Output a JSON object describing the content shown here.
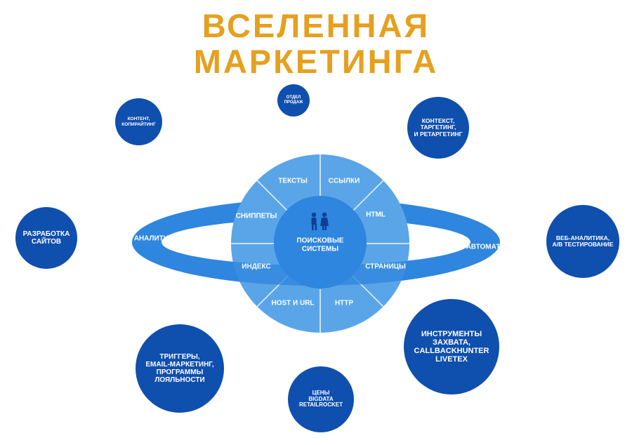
{
  "title": {
    "line1": "ВСЕЛЕННАЯ",
    "line2": "МАРКЕТИНГА"
  },
  "core": {
    "label": "ПОИСКОВЫЕ\nСИСТЕМЫ",
    "icon": "people-icon"
  },
  "segments": [
    {
      "label": "ТЕКСТЫ"
    },
    {
      "label": "ССЫЛКИ"
    },
    {
      "label": "HTML"
    },
    {
      "label": "СТРАНИЦЫ"
    },
    {
      "label": "HTTP"
    },
    {
      "label": "HOST И URL"
    },
    {
      "label": "ИНДЕКС"
    },
    {
      "label": "СНИППЕТЫ"
    }
  ],
  "ring": {
    "left": "АНАЛИТИКА",
    "right": "АВТОМАТ"
  },
  "planets": [
    {
      "key": "sales",
      "text": "ОТДЕЛ\nПРОДАЖ"
    },
    {
      "key": "content",
      "text": "КОНТЕНТ,\nКОПИРАЙТИНГ"
    },
    {
      "key": "context",
      "text": "КОНТЕКСТ,\nТАРГЕТИНГ,\nИ РЕТАРГЕТИНГ"
    },
    {
      "key": "dev",
      "text": "РАЗРАБОТКА\nСАЙТОВ"
    },
    {
      "key": "webanalytics",
      "text": "ВЕБ-АНАЛИТИКА,\nA/B ТЕСТИРОВАНИЕ"
    },
    {
      "key": "triggers",
      "text": "ТРИГГЕРЫ,\nEMAIL-МАРКЕТИНГ,\nПРОГРАММЫ\nЛОЯЛЬНОСТИ"
    },
    {
      "key": "capture",
      "text": "ИНСТРУМЕНТЫ\nЗАХВАТА,\nCALLBACKHUNTER\nLIVETEX"
    },
    {
      "key": "prices",
      "text": "ЦЕНЫ\nBIGDATA\nRETAILROCKET"
    }
  ],
  "colors": {
    "title": "#e6a020",
    "planet": "#0f4fae",
    "ring": "#2e86de",
    "sphere": "#5aa5e8",
    "core": "#2e86de"
  }
}
